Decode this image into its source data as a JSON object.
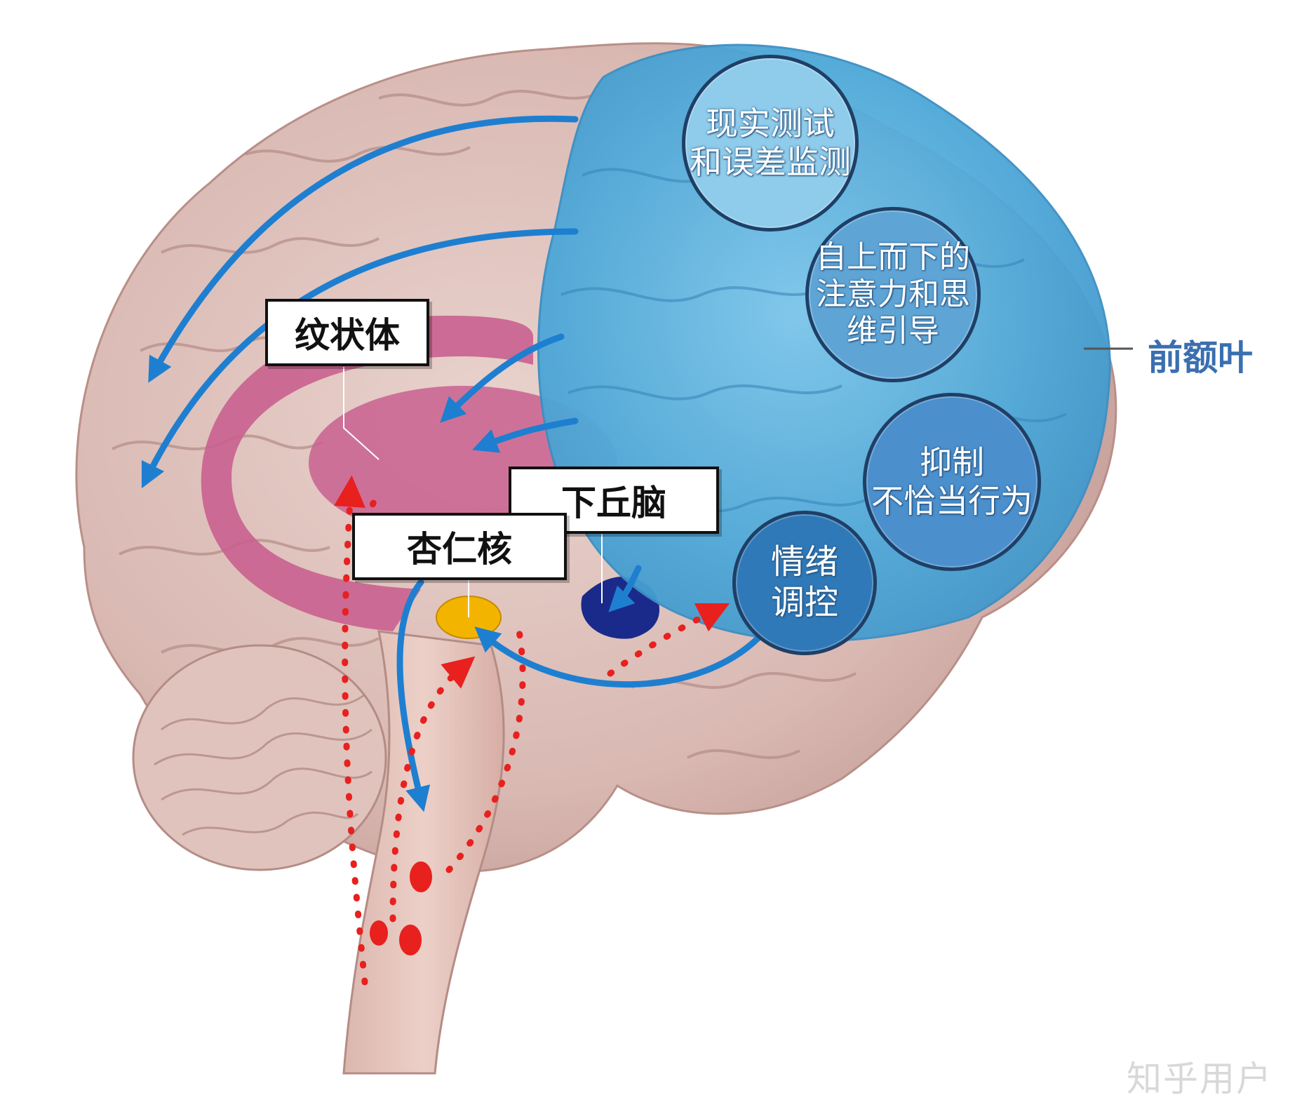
{
  "colors": {
    "prefrontal": "#5fb3dd",
    "striatum": "#c9608f",
    "amygdala": "#f3b400",
    "hypothalamus": "#1a2a8a",
    "arrow": "#1e7fd0",
    "red_path": "#e8201e"
  },
  "regions": {
    "striatum": "纹状体",
    "hypothalamus": "下丘脑",
    "amygdala": "杏仁核",
    "prefrontal": "前额叶"
  },
  "functions": {
    "reality_testing": [
      "现实测试",
      "和误差监测"
    ],
    "attention": [
      "自上而下的",
      "注意力和思",
      "维引导"
    ],
    "inhibition": [
      "抑制",
      "不恰当行为"
    ],
    "emotion": [
      "情绪",
      "调控"
    ]
  },
  "watermark": "知乎用户"
}
